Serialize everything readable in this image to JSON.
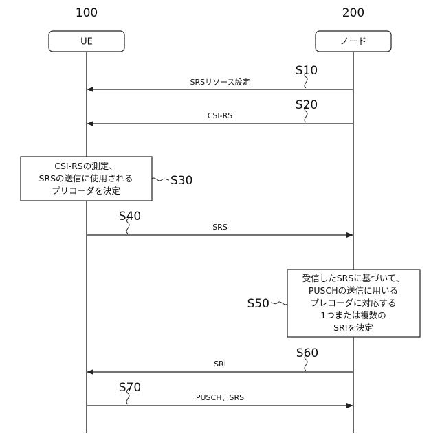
{
  "actors": {
    "ue": {
      "number": "100",
      "label": "UE"
    },
    "node": {
      "number": "200",
      "label": "ノード"
    }
  },
  "messages": {
    "s10": {
      "step": "S10",
      "label": "SRSリソース設定",
      "direction": "node-to-ue"
    },
    "s20": {
      "step": "S20",
      "label": "CSI-RS",
      "direction": "node-to-ue"
    },
    "s40": {
      "step": "S40",
      "label": "SRS",
      "direction": "ue-to-node"
    },
    "s60": {
      "step": "S60",
      "label": "SRI",
      "direction": "node-to-ue"
    },
    "s70": {
      "step": "S70",
      "label": "PUSCH、SRS",
      "direction": "ue-to-node"
    }
  },
  "notes": {
    "s30": {
      "step": "S30",
      "lines": [
        "CSI-RSの測定、",
        "SRSの送信に使用される",
        "プリコーダを決定"
      ]
    },
    "s50": {
      "step": "S50",
      "lines": [
        "受信したSRSに基づいて、",
        "PUSCHの送信に用いる",
        "プレコーダに対応する",
        "1つまたは複数の",
        "SRIを決定"
      ]
    }
  }
}
